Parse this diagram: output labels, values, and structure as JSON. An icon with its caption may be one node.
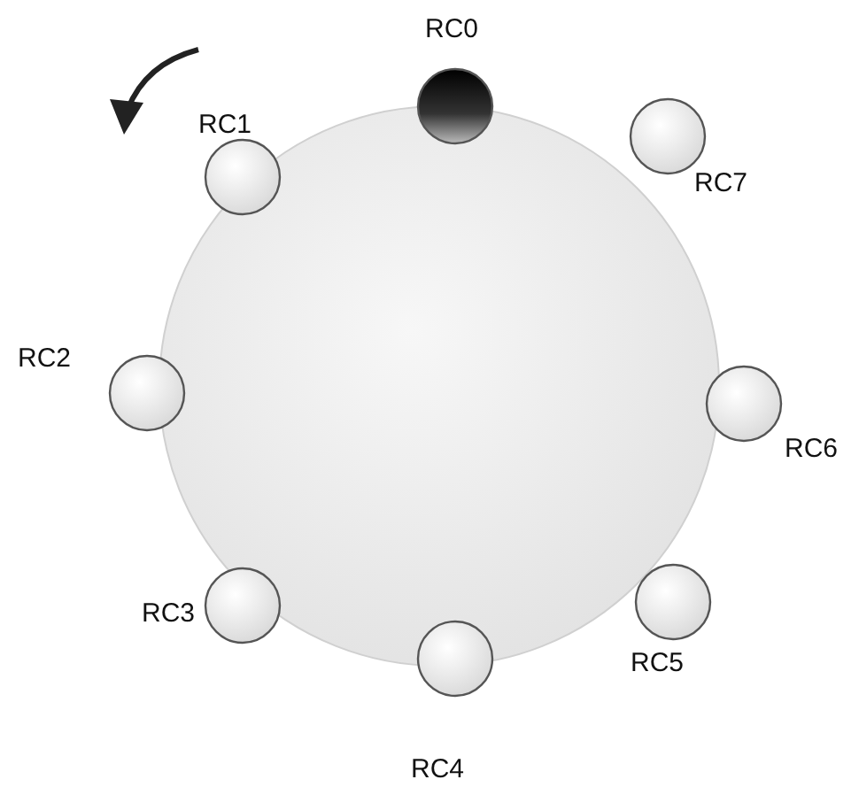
{
  "diagram": {
    "nodes": [
      {
        "text": [],
        "shape": "circle"
      },
      {
        "text": [],
        "shape": "circle",
        "beside": [
          "RC0"
        ]
      },
      {
        "text": [],
        "shape": "circle",
        "beside": [
          "RC7"
        ]
      },
      {
        "text": [],
        "shape": "circle",
        "beside": [
          "RC6"
        ]
      },
      {
        "text": [],
        "shape": "circle",
        "beside": [
          "RC5"
        ]
      },
      {
        "text": [],
        "shape": "circle",
        "beside": [
          "RC4"
        ]
      },
      {
        "text": [],
        "shape": "circle",
        "beside": [
          "RC3"
        ]
      },
      {
        "text": [],
        "shape": "circle",
        "beside": [
          "RC2"
        ]
      },
      {
        "text": [],
        "shape": "circle",
        "beside": [
          "RC1"
        ]
      }
    ]
  }
}
